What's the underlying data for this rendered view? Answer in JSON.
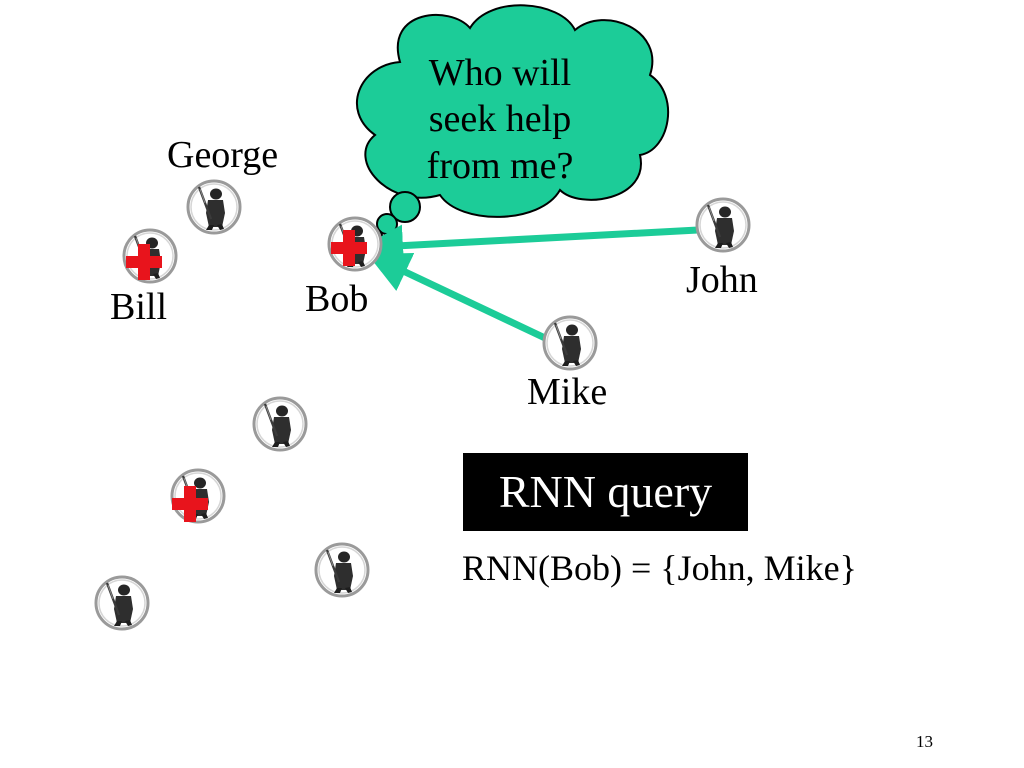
{
  "people": {
    "george": "George",
    "bill": "Bill",
    "bob": "Bob",
    "john": "John",
    "mike": "Mike"
  },
  "bubble": {
    "text_line1": "Who will",
    "text_line2": "seek help",
    "text_line3": "from me?",
    "fill_color": "#1ccc98"
  },
  "query": {
    "title": "RNN query",
    "result": "RNN(Bob) = {John, Mike}"
  },
  "colors": {
    "arrow": "#1ccc98",
    "cross": "#e8141c",
    "query_box_bg": "#000000",
    "query_box_text": "#ffffff"
  },
  "icons": {
    "person": "soldier-icon",
    "marker": "red-cross-icon"
  },
  "page_number": "13"
}
